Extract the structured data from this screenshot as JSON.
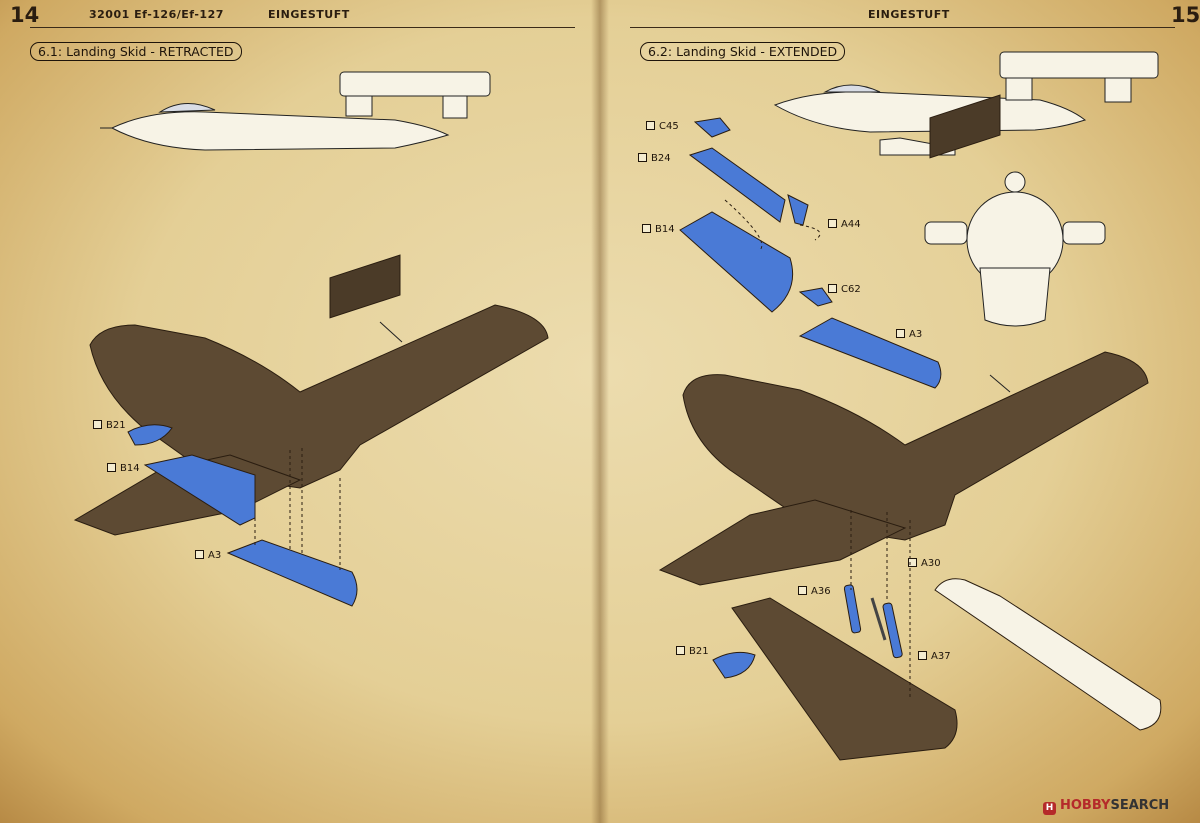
{
  "left_page": {
    "number": "14",
    "doc_code": "32001 Ef-126/Ef-127",
    "title": "EINGESTUFT",
    "step_label": "6.1: Landing Skid - RETRACTED",
    "parts": [
      "B21",
      "B14",
      "A3"
    ]
  },
  "right_page": {
    "number": "15",
    "title": "EINGESTUFT",
    "step_label": "6.2: Landing Skid - EXTENDED",
    "parts": [
      "C45",
      "B24",
      "B14",
      "A44",
      "C62",
      "A3",
      "A30",
      "A36",
      "B21",
      "A37"
    ]
  },
  "watermark": {
    "icon": "hobby-search-logo-icon",
    "brand_a": "HOBBY",
    "brand_b": "SEARCH"
  },
  "colors": {
    "paper": "#e6d49e",
    "aircraft": "#5d4a33",
    "new_part": "#4a7ad6",
    "ink": "#1e140a"
  }
}
